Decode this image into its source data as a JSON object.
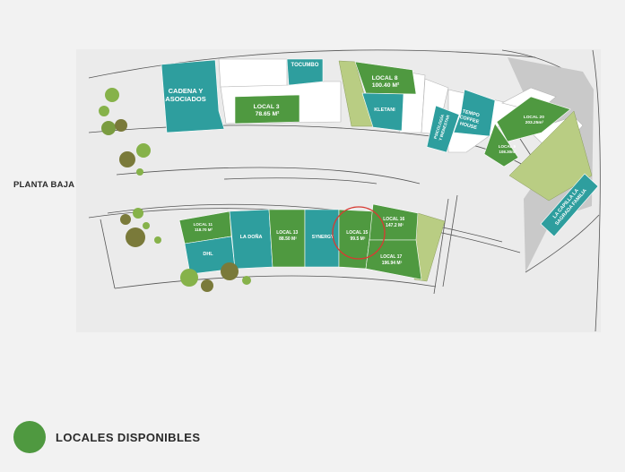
{
  "floor": {
    "label": "PLANTA BAJA"
  },
  "legend": {
    "label": "LOCALES DISPONIBLES"
  },
  "colors": {
    "available": "#4f9940",
    "occupied": "#2e9e9e",
    "landscape": "#b9cd83",
    "building": "#ffffff",
    "background": "#ebebeb",
    "highlight": "#d83a32"
  },
  "units": {
    "cadena": [
      "CADENA Y",
      "ASOCIADOS"
    ],
    "tocumbo": [
      "TOCUMBO"
    ],
    "local3": [
      "LOCAL 3",
      "78.65 M²"
    ],
    "local8": [
      "LOCAL 8",
      "100.40 M²"
    ],
    "kletani": [
      "KLETANI"
    ],
    "psicologia": [
      "PSICOLOGÍA",
      "Y BIENESTAR"
    ],
    "tempo": [
      "TEMPO",
      "COFFEE",
      "HOUSE"
    ],
    "local20": [
      "LOCAL 20",
      "203.25m²"
    ],
    "local9": [
      "LOCAL 9",
      "108.30m²"
    ],
    "capilla": [
      "LA CAPILLA LA",
      "SAGRADA FAMILIA"
    ],
    "local11": [
      "LOCAL 11",
      "118.70 M²"
    ],
    "dhl": [
      "DHL"
    ],
    "ladona": [
      "LA DOÑA"
    ],
    "local13": [
      "LOCAL 13",
      "88.50 M²"
    ],
    "synergy": [
      "SYNERGY"
    ],
    "local15": [
      "LOCAL 15",
      "99.5 M²"
    ],
    "local16": [
      "LOCAL 16",
      "147.2 M²"
    ],
    "local17": [
      "LOCAL 17",
      "196.94 M²"
    ]
  }
}
